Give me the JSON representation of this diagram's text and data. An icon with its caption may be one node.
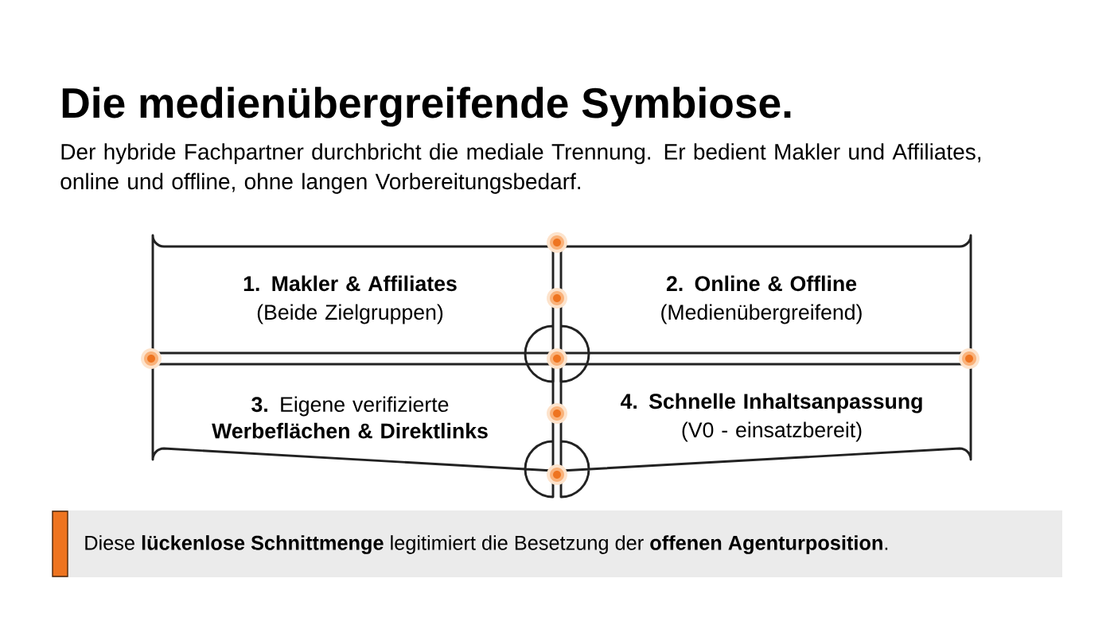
{
  "diagram": {
    "title": "Die medienübergreifende Symbiose.",
    "nodes": [
      {
        "text": [
          "1. Makler & Affiliates",
          "(Beide Zielgruppen)"
        ]
      },
      {
        "text": [
          "2. Online & Offline",
          "(Medienübergreifend)"
        ]
      },
      {
        "text": [
          "**3.** Eigene verifizierte **Werbeflächen & Direktlinks**"
        ]
      },
      {
        "text": [
          "4. Schnelle Inhaltsanpassung",
          "(V0 - einsatzbereit)"
        ]
      },
      {
        "text": [
          "Diese **lückenlose Schnittmenge** legitimiert die Besetzung der **offenen Agenturposition**."
        ]
      }
    ],
    "labels": [
      "Der hybride Fachpartner durchbricht die mediale Trennung. Er bedient Makler und Affiliates, online und offline, ohne langen Vorbereitungsbedarf."
    ]
  }
}
